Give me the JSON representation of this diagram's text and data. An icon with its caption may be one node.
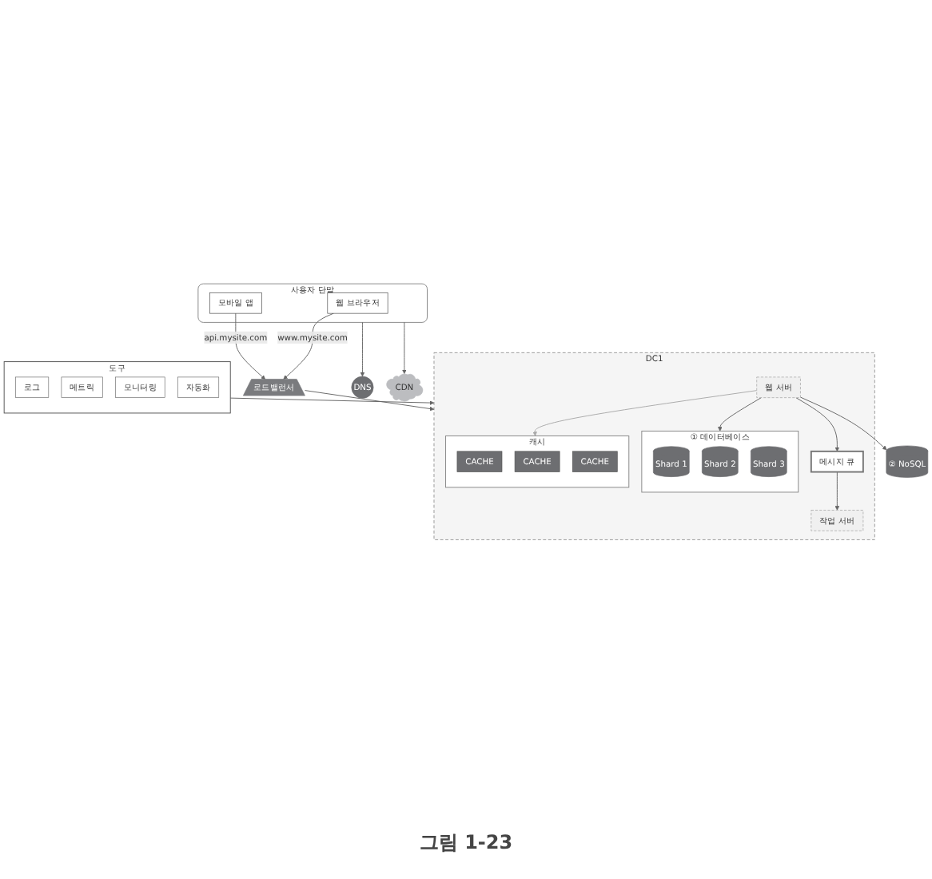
{
  "diagram": {
    "caption": "그림 1-23",
    "nodes": [
      {
        "text": [
          "사용자 단말"
        ]
      },
      {
        "text": [
          "웹 브라우저"
        ],
        "in": 0
      },
      {
        "text": [
          "모바일 앱"
        ],
        "in": 0
      },
      {
        "text": [
          "DNS"
        ]
      },
      {
        "text": [
          "CDN"
        ]
      },
      {
        "text": [
          "로드밸런서"
        ]
      },
      {
        "text": [
          "DC1"
        ]
      },
      {
        "text": [
          "웹 서버"
        ],
        "in": 6
      },
      {
        "text": [
          "메시지 큐"
        ],
        "in": 6
      },
      {
        "text": [
          "① 데이터베이스"
        ],
        "in": 6
      },
      {
        "text": [
          "Shard 1"
        ],
        "in": 9
      },
      {
        "text": [
          "Shard 2"
        ],
        "in": 9
      },
      {
        "text": [
          "Shard 3"
        ],
        "in": 9
      },
      {
        "text": [
          "캐시"
        ],
        "in": 6
      },
      {
        "text": [
          "CACHE"
        ],
        "in": 13
      },
      {
        "text": [
          "CACHE"
        ],
        "in": 13
      },
      {
        "text": [
          "CACHE"
        ],
        "in": 13
      },
      {
        "text": [
          "작업 서버"
        ],
        "in": 6
      },
      {
        "text": [
          "② NoSQL"
        ]
      },
      {
        "text": [
          "도구"
        ]
      },
      {
        "text": [
          "로그"
        ],
        "in": 19
      },
      {
        "text": [
          "메트릭"
        ],
        "in": 19
      },
      {
        "text": [
          "모니터링"
        ],
        "in": 19
      },
      {
        "text": [
          "자동화"
        ],
        "in": 19
      }
    ],
    "edges": [
      {
        "from": 0,
        "to": 3,
        "arrow": "to"
      },
      {
        "from": 0,
        "to": 4,
        "arrow": "to"
      },
      {
        "from": 1,
        "to": 5,
        "arrow": "to",
        "label": "www.mysite.com"
      },
      {
        "from": 2,
        "to": 5,
        "arrow": "to",
        "label": "api.mysite.com"
      },
      {
        "from": 5,
        "to": 6,
        "arrow": "to"
      },
      {
        "from": 7,
        "to": 8,
        "arrow": "to"
      },
      {
        "from": 7,
        "to": 9,
        "arrow": "to"
      },
      {
        "from": 7,
        "to": 13,
        "arrow": "to",
        "color": "#aaaaaa"
      },
      {
        "from": 7,
        "to": 18,
        "arrow": "to"
      },
      {
        "from": 8,
        "to": 17,
        "arrow": "to"
      },
      {
        "from": 19,
        "to": 6,
        "arrow": "to"
      }
    ]
  }
}
